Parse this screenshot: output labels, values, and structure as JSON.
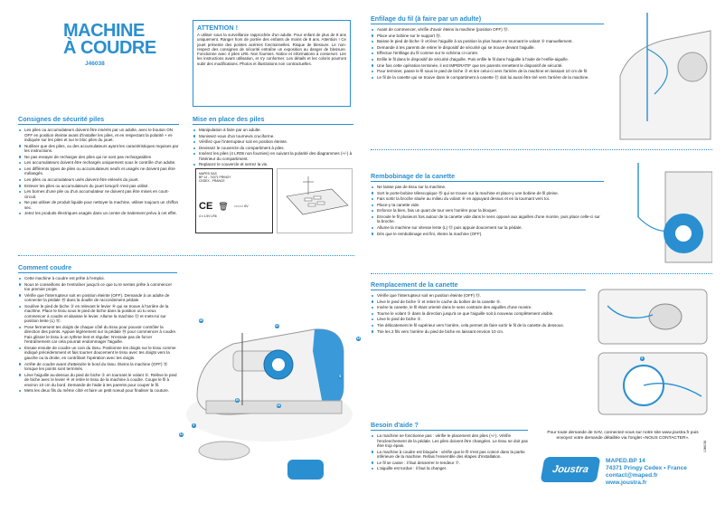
{
  "header": {
    "title_line1": "MACHINE",
    "title_line2": "À COUDRE",
    "product_code": "J46038"
  },
  "safety": {
    "title": "Consignes de sécurité piles",
    "items": [
      "Les piles ou accumulateurs doivent être insérés par un adulte, avec le bouton ON OFF en position éteinte avant d'installer les piles, et en respectant la polarité + et- indiquée sur les piles et sur le bloc piles du jouet.",
      "Nutiliser que des piles, ou des accumulateurs ayant les caractéristiques requises par les instructions.",
      "Ne pas essayer de recharger des piles qui ne sont pas rechargeables",
      "Les accumulateurs doivent être rechargés uniquement sous le contrôle d'un adulte.",
      "Les différents types de piles ou accumulateurs neufs et usagés ne doivent pas être mélangés.",
      "Les piles ou accumulateurs usés doivent être enlevés du jouet.",
      "Enlever les piles ou accumulateurs du jouet lorsqu'il n'est pas utilisé.",
      "Les bornes d'une pile ou d'un accumulateur ne doivent pas être mises en court-circuit.",
      "Ne pas utiliser de produit liquide pour nettoyer la machine, utiliser toujours un chiffon sec.",
      "Jetez les produits électriques usagés dans un centre de traitement prévu à cet effet."
    ]
  },
  "attention": {
    "title": "ATTENTION !",
    "text": "A utiliser sous la surveillance rapprochée d'un adulte. Pour enfant de plus de 8 ans uniquement. Ranger hors de portée des enfants de moins de 8 ans. Attention ! Ce jouet présente des pointes acérées fonctionnelles. Risque de blessure. Le non-respect des consignes de sécurité entraîne un exposition au danger de blessure. Fonctionne avec 4 piles LR6. Non fournies. Notice et informations à conserver. Lire les instructions avant utilisation, et s'y conformer. Les détails et les coloris pourront subir des modifications. Photos et illustrations non contractuelles."
  },
  "batteries": {
    "title": "Mise en place des piles",
    "items": [
      "Manipulation à faire par un adulte.",
      "Munissez-vous d'un tournevis cruciforme.",
      "Vérifiez que l'interrupteur soit en position éteinte.",
      "Devissez le couvercle du compartiment à piles.",
      "Insérez les piles (4 LR06 non fournies) en suivant la polarité des diagrammes (+/-) à l'intérieur du compartiment.",
      "Replacez le couvercle et serrez la vis."
    ]
  },
  "label_card": {
    "lines": [
      "MAPED SAS",
      "BP 14 - 74371 PRINGY",
      "CEDEX - FRANCE"
    ],
    "ce_mark": "CE",
    "power_spec": "===== 6V",
    "battery_spec": "4 x 1.5V LR6"
  },
  "how_to": {
    "title": "Comment coudre",
    "items": [
      "Cette machine à coudre est prête à l'emploi.",
      "Nous te conseillons de t'entraîner jusqu'à ce que tu te sentes prête à commencer ton premier projet.",
      "Vérifie que l'interrupteur soit en position éteinte (OFF). Demande à un adulte de connecter la pédale ⑭ dans la douille de raccordement pédale.",
      "Soulève le pied de biche ③ en relevant le levier ④ qui se trouve à l'arrière de la machine. Place le tissu sous le pied de biche dans la position où tu veux commencer à coudre et abaisse le levier. Allume la machine ⑬ et mets-toi sur position lente (L) ⑫.",
      "Pose fermement tes doigts de chaque côté du tissu pour pouvoir contrôler la direction des points. Appuie légèrement sur la pédale ⑭ pour commencer à coudre. Fais glisser le tissu à un rythme lent et régulier. N'essaie pas de forcer l'entraînement car cela pourrait endommager l'aiguille.",
      "Essaie ensuite de coudre un coin du tissu. Positionne tes doigts sur le tissu comme indiqué précédemment et fais tourner doucement le tissu avec tes doigts vers la gauche ou la droite, en contrôlant l'opération avec tes doigts.",
      "Arrête de coudre avant d'atteindre le bord du tissu. Éteins la machine (OFF) ⑬ lorsque les points sont terminés.",
      "Lève l'aiguille au-dessus du pied de biche ② en tournant le volant ⑤. Relève le pied de biche avec le levier ④ et retire le tissu de la machine à coudre. Coupe le fil à environ 10 cm du bord. Demande de l'aide à tes parents pour couper le fil.",
      "Mets les deux fils du même côté et faire un petit noeud pour finaliser la couture."
    ]
  },
  "threading": {
    "title": "Enfilage du fil (à faire par un adulte)",
    "items": [
      "Avant de commencer, vérifie d'avoir éteins la machine (position OFF) ⑬.",
      "Place une bobine sur le support ⑮.",
      "Baisse le pied de biche ③ et lève l'aiguille à sa position la plus haute en tournant le volant ⑤ manuellement.",
      "Demande à tes parents de retirer le dispositif de sécurité qui se trouve devant l'aiguille.",
      "Effectue l'enfilage du fil comme sur le schéma ci-contre.",
      "Enfile le fil dans le dispositif de sécurité d'aiguille. Puis enfile le fil dans l'aiguille à l'aide de l'enfile-aiguille.",
      "Une fois cette opération terminée, il est IMPÉRATIF que tes parents remettent le dispositif de sécurité.",
      "Pour terminer, passe le fil sous le pied de biche ③ et tire celui-ci vers l'arrière de la machine en laissant 10 cm de fil.",
      "Le fil de la canette qui se trouve dans le compartiment à canette ⑪ doit lui aussi être tiré vers l'arrière de la machine."
    ]
  },
  "bobbin_winding": {
    "title": "Rembobinage de la canette",
    "items": [
      "Ne laisse pas de tissu sur la machine.",
      "Sort le porte-bobine télescopique ⑮ qui se trouve sur la machine et place-y une bobine de fil pleine.",
      "Fais sortir la broche située au milieu du volant ⑥ en appuyant dessus et en la tournant vers toi.",
      "Place-y ta canette vide.",
      "Enfonce la bien, fais un quart de tour vers l'arrière pour la bloquer.",
      "Enroule le fil plusieurs fois autour de la canette vide dans le sens opposé aux aiguilles d'une montre, puis place celle-ci sur la broche.",
      "Allume la machine sur vitesse lente (L) ⑫ puis appuie doucement sur la pédale.",
      "Dès que le rembobinage est fini, éteins la machine (OFF)."
    ]
  },
  "bobbin_replace": {
    "title": "Remplacement de la canette",
    "items": [
      "Vérifie que l'interrupteur soit en position éteinte (OFF) ⑬.",
      "Lève le pied de biche ③ et retire le cache du boîtier de la canette ⑨.",
      "Insère la canette, le fil étant orienté dans le sens contraire des aiguilles d'une montre.",
      "Tourne le volant ⑤ dans la direction jusqu'à ce que l'aiguille soit à nouveau complètement visible.",
      "Lève le pied de biche ③.",
      "Tire délicatement le fil supérieur vers l'arrière, cela permet de faire sortir le fil de la canette du dessous.",
      "Tire les 2 fils vers l'arrière du pied de biche en laissant environ 10 cm."
    ]
  },
  "help": {
    "title": "Besoin d'aide ?",
    "items": [
      "La machine ne fonctionne pas : vérifie le placement des piles (+/-). Vérifie l'enclenchement de la pédale. Les piles doivent être changées. Le tissu ne doit pas être trop épais.",
      "La machine à coudre est bloquée : vérifie que le fil n'est pas coincé dans la partie inférieure de la machine. Refais l'ensemble des étapes d'installation.",
      "Le fil se casse : il faut desserrer le tendeur ⑦.",
      "L'aiguille est tordue : il faut la changer."
    ]
  },
  "sav": {
    "text": "Pour toute demande de SAV, connectez-vous sur notre site www.joustra.fr puis envoyez votre demande détaillée via l'onglet «NOUS CONTACTER»."
  },
  "company": {
    "brand": "Joustra",
    "line1": "MAPED.BP 14",
    "line2": "74371 Pringy Cedex • France",
    "line3": "contact@maped.fr",
    "line4": "www.joustra.fr"
  },
  "footer_code": "0J46038"
}
